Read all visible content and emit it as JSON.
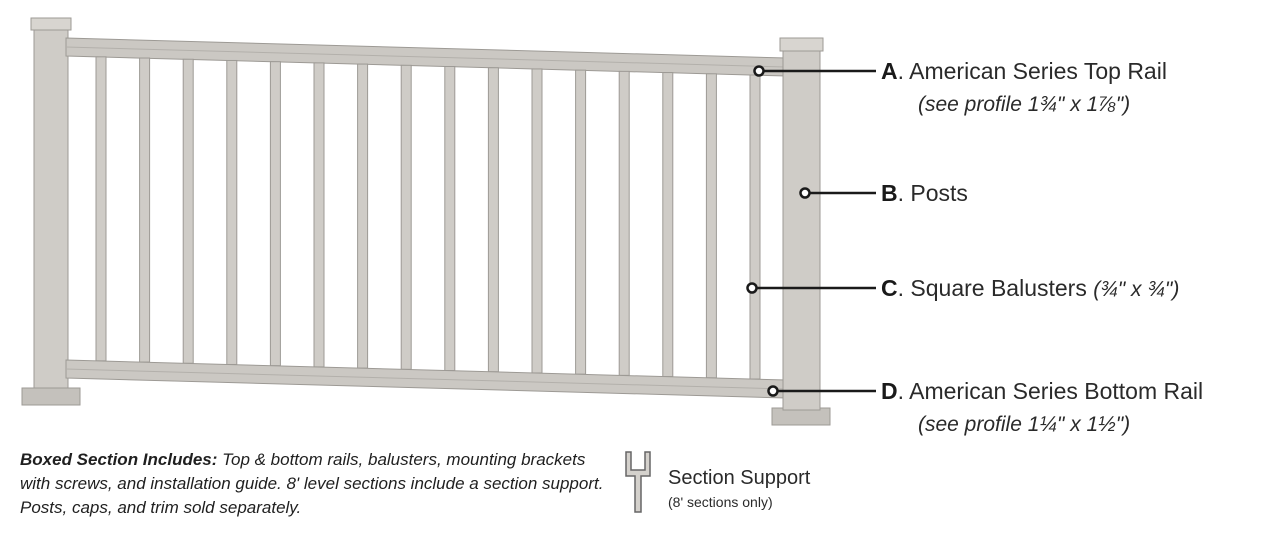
{
  "callouts": [
    {
      "letter": "A",
      "sep": ".",
      "label": "American Series Top Rail",
      "detail": "(see profile 1¾\" x 1⅞\")"
    },
    {
      "letter": "B",
      "sep": ".",
      "label": "Posts"
    },
    {
      "letter": "C",
      "sep": ".",
      "label": "Square Balusters",
      "detail": "(¾\" x ¾\")"
    },
    {
      "letter": "D",
      "sep": ".",
      "label": "American Series Bottom Rail",
      "detail": "(see profile 1¼\" x 1½\")"
    }
  ],
  "note": {
    "bold": "Boxed Section Includes:",
    "text": " Top & bottom rails, balusters, mounting brackets with screws, and installation guide. 8' level sections include a section support. Posts, caps, and trim sold separately."
  },
  "support": {
    "label": "Section Support",
    "sub": "(8' sections only)"
  },
  "colors": {
    "railing": "#c9c6c1",
    "railing_dark": "#a9a6a1",
    "leader": "#1a1a1a"
  }
}
